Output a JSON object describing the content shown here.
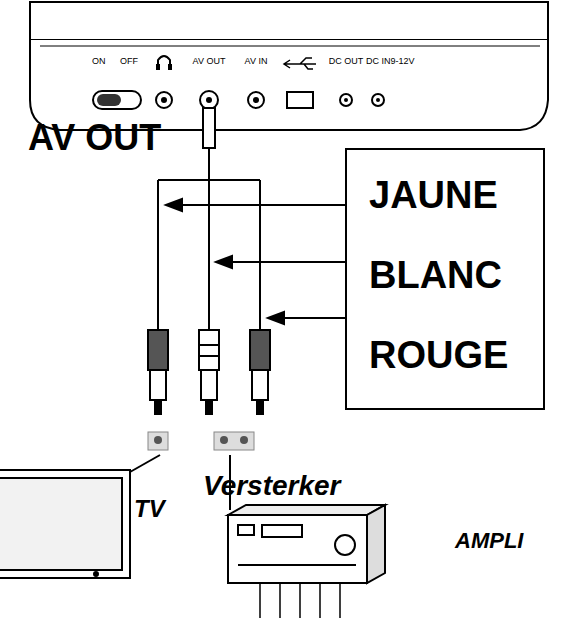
{
  "diagram": {
    "nodes": [
      {
        "text": [
          "JAUNE",
          "BLANC",
          "ROUGE"
        ]
      }
    ],
    "labels": [
      "ON",
      "OFF",
      "AV OUT",
      "AV IN",
      "DC OUT",
      "DC IN9-12V",
      "AV OUT",
      "TV",
      "Versterker",
      "AMPLI"
    ]
  }
}
